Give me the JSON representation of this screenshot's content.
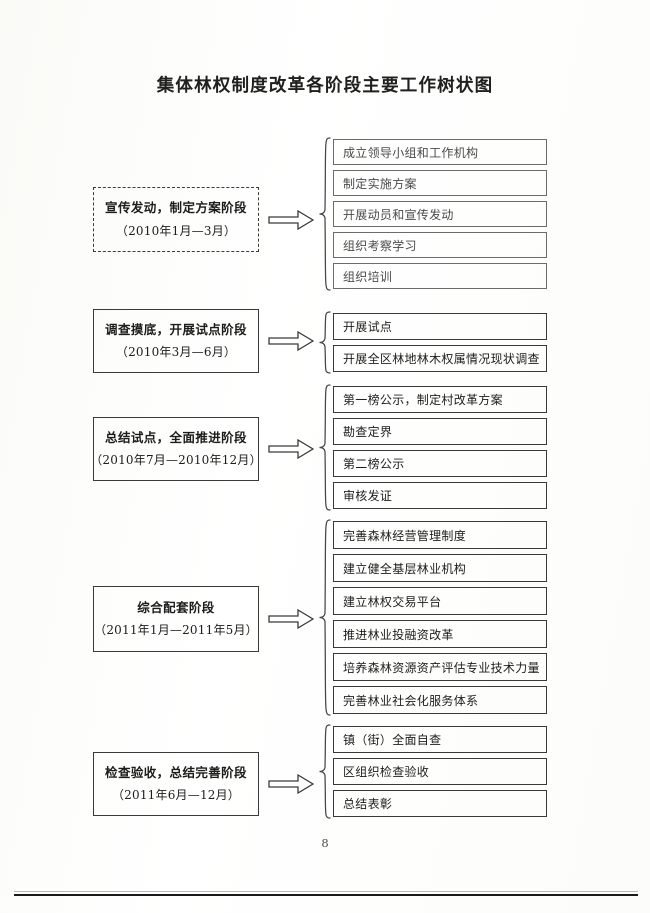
{
  "document": {
    "title": "集体林权制度改革各阶段主要工作树状图",
    "page_number": "8"
  },
  "stages": [
    {
      "id": "stage-1",
      "title": "宣传发动，制定方案阶段",
      "period": "（2010年1月—3月）",
      "border_style": "dashed",
      "tasks": [
        "成立领导小组和工作机构",
        "制定实施方案",
        "开展动员和宣传发动",
        "组织考察学习",
        "组织培训"
      ]
    },
    {
      "id": "stage-2",
      "title": "调查摸底，开展试点阶段",
      "period": "（2010年3月—6月）",
      "border_style": "solid",
      "tasks": [
        "开展试点",
        "开展全区林地林木权属情况现状调查"
      ]
    },
    {
      "id": "stage-3",
      "title": "总结试点，全面推进阶段",
      "period": "（2010年7月—2010年12月）",
      "border_style": "solid",
      "tasks": [
        "第一榜公示，制定村改革方案",
        "勘查定界",
        "第二榜公示",
        "审核发证"
      ]
    },
    {
      "id": "stage-4",
      "title": "综合配套阶段",
      "period": "（2011年1月—2011年5月）",
      "border_style": "solid",
      "tasks": [
        "完善森林经营管理制度",
        "建立健全基层林业机构",
        "建立林权交易平台",
        "推进林业投融资改革",
        "培养森林资源资产评估专业技术力量",
        "完善林业社会化服务体系"
      ]
    },
    {
      "id": "stage-5",
      "title": "检查验收，总结完善阶段",
      "period": "（2011年6月—12月）",
      "border_style": "solid",
      "tasks": [
        "镇（街）全面自查",
        "区组织检查验收",
        "总结表彰"
      ]
    }
  ],
  "colors": {
    "ink": "#1d1d1b",
    "rule": "#39393a",
    "paper": "#fdfdfc"
  }
}
